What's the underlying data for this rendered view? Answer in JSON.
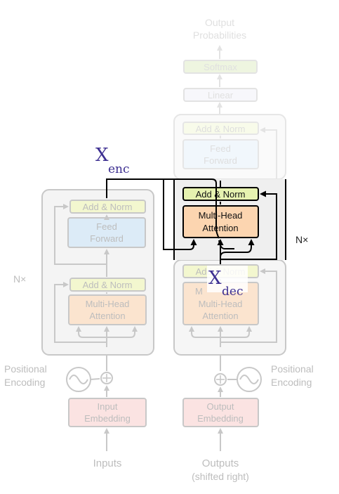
{
  "diagram": {
    "output_probabilities": [
      "Output",
      "Probabilities"
    ],
    "softmax": "Softmax",
    "linear": "Linear",
    "add_norm": "Add & Norm",
    "feed_forward": [
      "Feed",
      "Forward"
    ],
    "multi_head_attention": [
      "Multi-Head",
      "Attention"
    ],
    "masked_mha_partial": "M",
    "nx": "N×",
    "positional_encoding": [
      "Positional",
      "Encoding"
    ],
    "input_embedding": [
      "Input",
      "Embedding"
    ],
    "output_embedding": [
      "Output",
      "Embedding"
    ],
    "inputs": "Inputs",
    "outputs": [
      "Outputs",
      "(shifted right)"
    ],
    "plus_symbol": "⊕",
    "x_enc": {
      "base": "X",
      "sub": "enc"
    },
    "x_dec": {
      "base": "X",
      "sub": "dec"
    }
  },
  "colors": {
    "faded_gray": "#c8c8c8",
    "faded_text": "#bdbdbd",
    "highlight_black": "#000000",
    "annotation_purple": "#3d2f91",
    "add_norm_fill": "#f3f7cf",
    "add_norm_fill_strong": "#e6f2b0",
    "feed_forward_fill": "#dcebf7",
    "attention_fill": "#fbe4cf",
    "attention_fill_strong": "#fcd5b0",
    "embedding_fill": "#fbe3e2",
    "output_top_fill": "#eef5e0",
    "decoder_highlight_bg": "#efefef"
  }
}
